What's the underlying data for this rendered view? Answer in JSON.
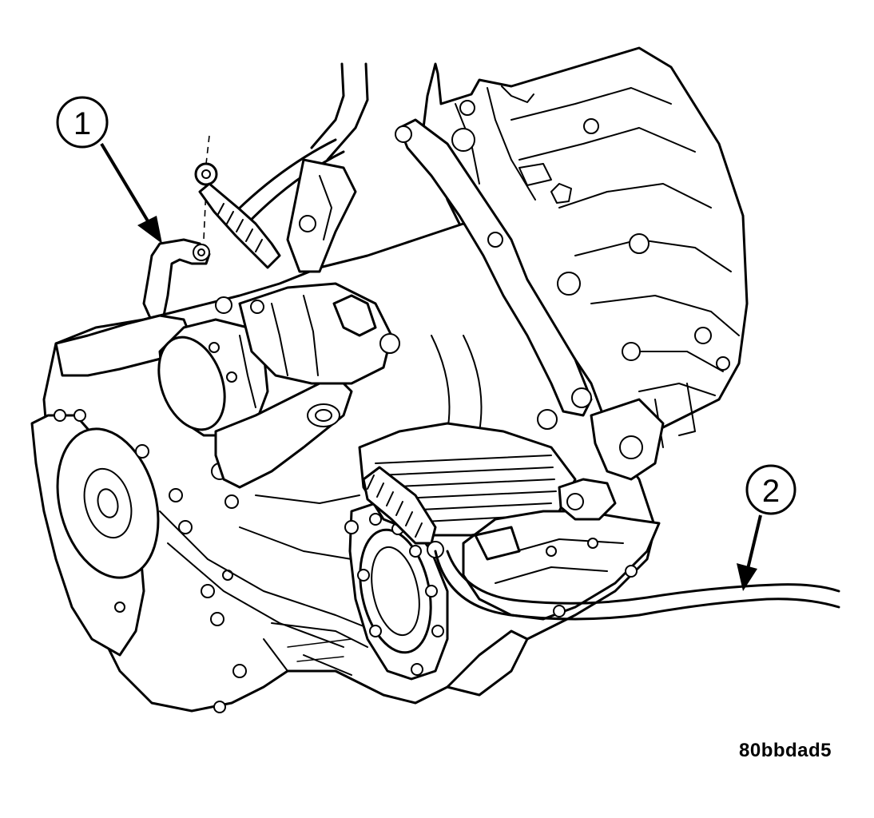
{
  "figure_id": "80bbdad5",
  "callouts": [
    {
      "label": "1"
    },
    {
      "label": "2"
    }
  ],
  "colors": {
    "ink": "#000000",
    "paper": "#ffffff"
  }
}
